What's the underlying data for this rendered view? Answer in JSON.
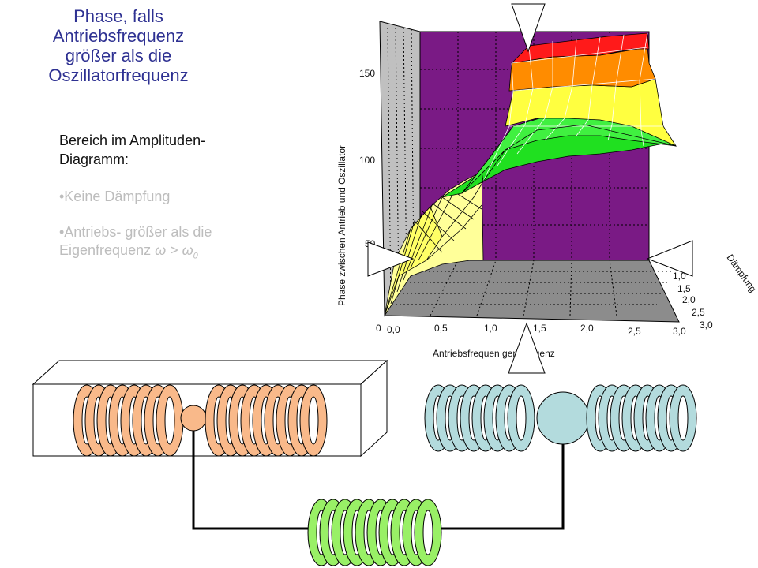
{
  "title": {
    "lines": [
      "Phase, falls",
      "Antriebsfrequenz",
      "größer als die",
      "Oszillatorfrequenz"
    ]
  },
  "region": {
    "heading_line1": "Bereich im Amplituden-",
    "heading_line2": "Diagramm:",
    "bullets": [
      {
        "text": "•Keine Dämpfung"
      },
      {
        "line1": "•Antriebs- größer als die",
        "line2_prefix": "Eigenfrequenz ",
        "omega": "ω",
        "gt": " > ",
        "omega0": "ω",
        "sub0": "0"
      }
    ]
  },
  "plot3d": {
    "z_axis_label": "Phase zwischen Antrieb und Oszillator",
    "x_axis_label": "Antriebsfrequen    genfrequenz",
    "depth_axis_label": "Dämpfung",
    "z_ticks": [
      "150",
      "100",
      "50",
      "0"
    ],
    "x_ticks": [
      "0,0",
      "0,5",
      "1,0",
      "1,5",
      "2,0",
      "2,5",
      "3,0"
    ],
    "depth_ticks": [
      "1,0",
      "1,5",
      "2,0",
      "2,5",
      "3,0"
    ],
    "colors": {
      "back_wall": "#7a1a85",
      "side_wall": "#c0c0c0",
      "floor": "#8c8c8c",
      "red": "#ff1a1a",
      "orange": "#ff8c00",
      "yellow": "#ffff40",
      "green": "#20e020",
      "pale_yellow": "#ffff99"
    }
  },
  "oscillators": {
    "colors": {
      "orange": "#f9b98a",
      "blue": "#b3dbdd",
      "green": "#99f066",
      "stroke": "#000000"
    }
  }
}
